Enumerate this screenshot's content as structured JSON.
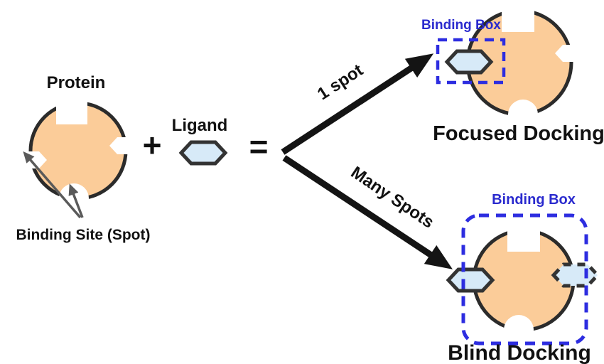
{
  "colors": {
    "background": "#ffffff",
    "protein_fill": "#FBCC99",
    "outline_dark": "#2b2b2b",
    "ligand_fill": "#D7EAF8",
    "binding_box_blue": "#2d2de0",
    "binding_box_text_blue": "#2a2ace",
    "arrow_black": "#141414",
    "pointer_gray": "#5a5a5a"
  },
  "left_panel": {
    "protein_label": "Protein",
    "binding_site_label": "Binding Site (Spot)"
  },
  "equation": {
    "plus_sign": "+",
    "ligand_label": "Ligand",
    "equals_sign": "="
  },
  "branches": {
    "one_spot_label": "1 spot",
    "many_spots_label": "Many Spots"
  },
  "focused": {
    "binding_box_label": "Binding Box",
    "title": "Focused Docking"
  },
  "blind": {
    "binding_box_label": "Binding Box",
    "title": "Blind Docking"
  }
}
